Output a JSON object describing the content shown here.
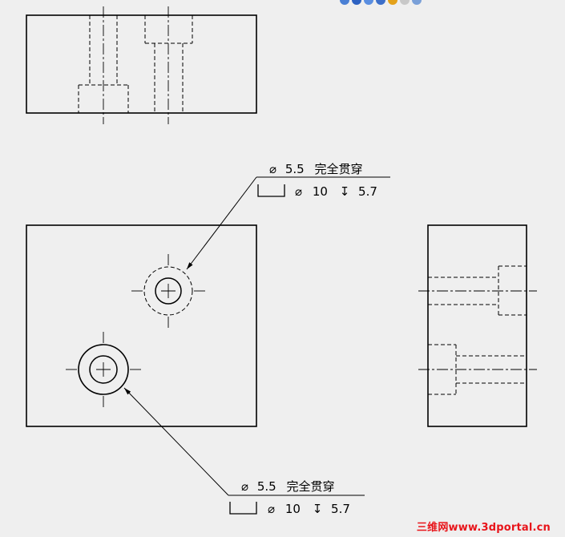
{
  "callouts": [
    {
      "id": "upper",
      "line1": {
        "symbol": "⌀",
        "value": "5.5",
        "note": "完全贯穿"
      },
      "line2": {
        "cbore_symbol": "⌴",
        "dia_symbol": "⌀",
        "dia": "10",
        "depth_symbol": "↧",
        "depth": "5.7"
      }
    },
    {
      "id": "lower",
      "line1": {
        "symbol": "⌀",
        "value": "5.5",
        "note": "完全贯穿"
      },
      "line2": {
        "cbore_symbol": "⌴",
        "dia_symbol": "⌀",
        "dia": "10",
        "depth_symbol": "↧",
        "depth": "5.7"
      }
    }
  ],
  "watermark": "三维网www.3dportal.cn",
  "colors": {
    "background": "#efefef",
    "line": "#000000",
    "watermark": "#e8141a",
    "toolbar_icons": [
      "#4a7fd4",
      "#2d62c2",
      "#5a8ee0",
      "#3c6fc9",
      "#e4a21a",
      "#c8c8c8",
      "#7aa0d8"
    ]
  }
}
